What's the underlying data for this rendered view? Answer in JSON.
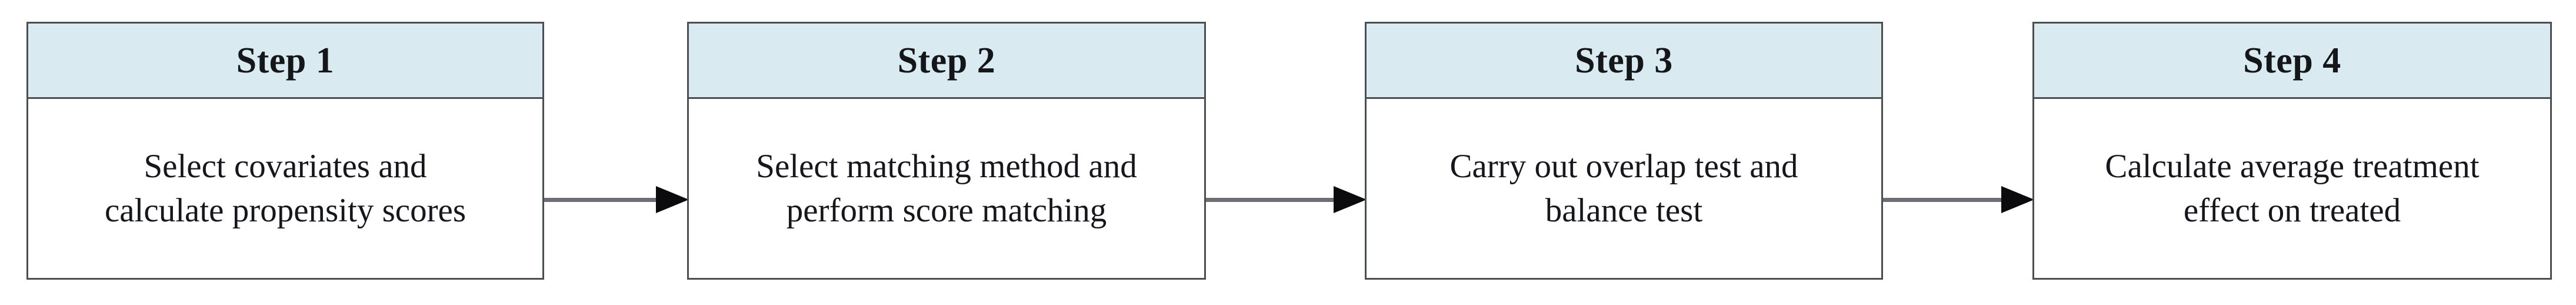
{
  "diagram": {
    "type": "flowchart",
    "orientation": "left-to-right",
    "background_color": "#ffffff",
    "header_fill_color": "#daeaf1",
    "border_color": "#4a4f54",
    "connector_color": "#6e6f73",
    "arrowhead_color": "#0b0b0d",
    "steps": [
      {
        "header": "Step 1",
        "body": "Select covariates and\ncalculate propensity scores",
        "body_lines": [
          "Select covariates and",
          "calculate propensity scores"
        ]
      },
      {
        "header": "Step 2",
        "body": "Select matching method and\nperform score matching",
        "body_lines": [
          "Select matching method and",
          "perform score matching"
        ]
      },
      {
        "header": "Step 3",
        "body": "Carry out overlap test and\nbalance test",
        "body_lines": [
          "Carry out overlap test and",
          "balance test"
        ]
      },
      {
        "header": "Step 4",
        "body": "Calculate average treatment\neffect on treated",
        "body_lines": [
          "Calculate average treatment",
          "effect on treated"
        ]
      }
    ],
    "connectors": [
      {
        "from": "Step 1",
        "to": "Step 2",
        "glyph": "arrow-right"
      },
      {
        "from": "Step 2",
        "to": "Step 3",
        "glyph": "arrow-right"
      },
      {
        "from": "Step 3",
        "to": "Step 4",
        "glyph": "arrow-right"
      }
    ]
  }
}
